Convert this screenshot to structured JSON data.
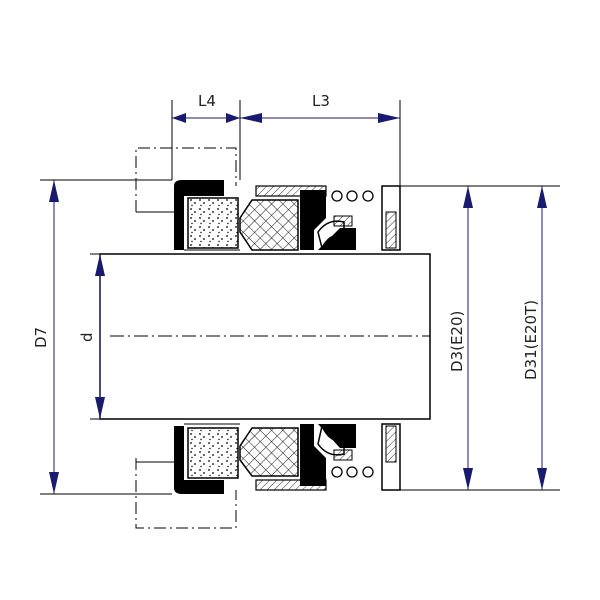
{
  "labels": {
    "L4": "L4",
    "L3": "L3",
    "D7": "D7",
    "d": "d",
    "D3": "D3(E20)",
    "D31": "D31(E20T)"
  }
}
